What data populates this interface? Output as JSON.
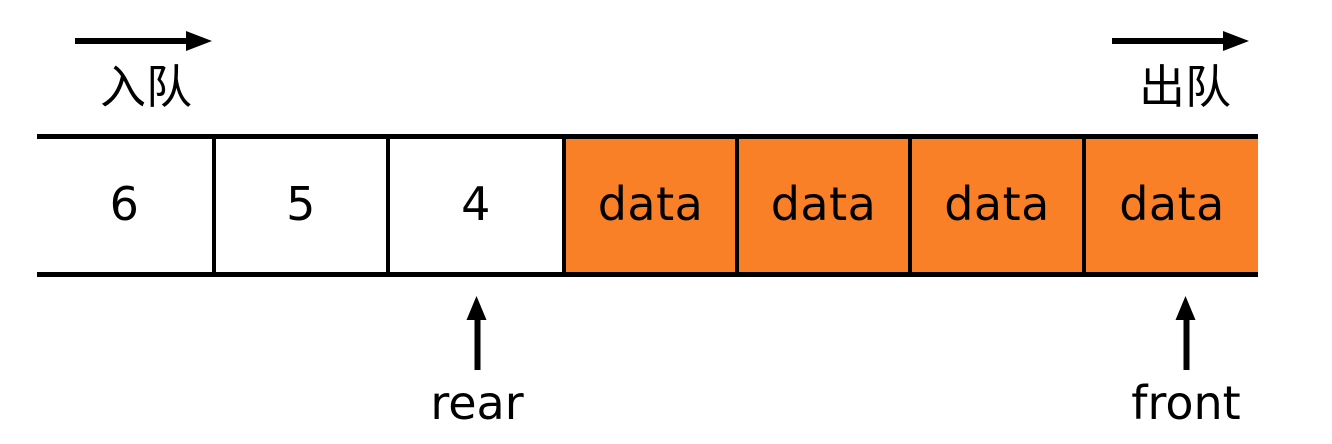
{
  "diagram": {
    "title": "queue-structure-diagram",
    "colors": {
      "filled_cell": "#f98026",
      "empty_cell": "#ffffff",
      "stroke": "#000000"
    },
    "top_arrows": [
      {
        "icon": "arrow-right-icon",
        "label": "入队",
        "side": "left"
      },
      {
        "icon": "arrow-right-icon",
        "label": "出队",
        "side": "right"
      }
    ],
    "cells": [
      {
        "text": "6",
        "filled": false
      },
      {
        "text": "5",
        "filled": false
      },
      {
        "text": "4",
        "filled": false
      },
      {
        "text": "data",
        "filled": true
      },
      {
        "text": "data",
        "filled": true
      },
      {
        "text": "data",
        "filled": true
      },
      {
        "text": "data",
        "filled": true
      }
    ],
    "pointers": [
      {
        "icon": "arrow-up-icon",
        "label": "rear",
        "cell_index": 2
      },
      {
        "icon": "arrow-up-icon",
        "label": "front",
        "cell_index": 6
      }
    ]
  }
}
